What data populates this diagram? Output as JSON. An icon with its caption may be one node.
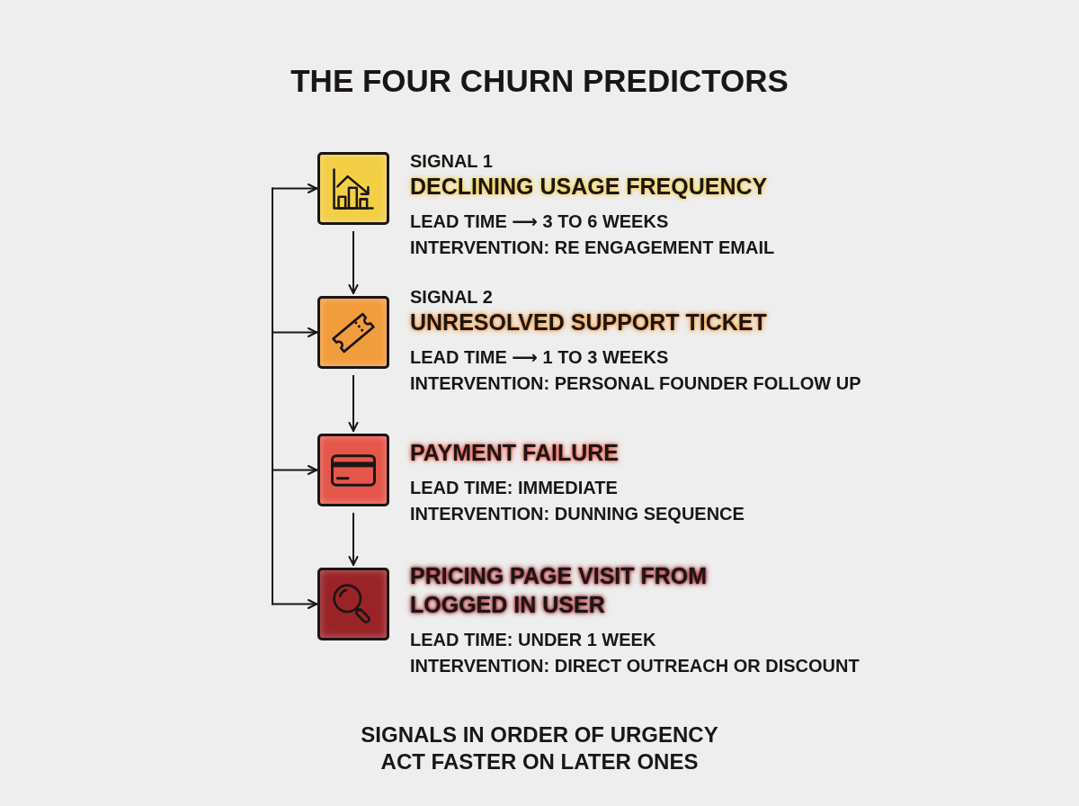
{
  "diagram": {
    "title": "THE FOUR CHURN PREDICTORS",
    "caption": "SIGNALS IN ORDER OF URGENCY ACT FASTER ON LATER ONES",
    "nodes": [
      {
        "text": [],
        "shape": "box",
        "beside": [
          "SIGNAL 1",
          "DECLINING USAGE FREQUENCY",
          "LEAD TIME ⟶ 3 TO 6 WEEKS",
          "INTERVENTION: RE ENGAGEMENT EMAIL"
        ]
      },
      {
        "text": [],
        "shape": "box",
        "beside": [
          "SIGNAL 2",
          "UNRESOLVED SUPPORT TICKET",
          "LEAD TIME ⟶ 1 TO 3 WEEKS",
          "INTERVENTION: PERSONAL FOUNDER FOLLOW UP"
        ]
      },
      {
        "text": [],
        "shape": "box",
        "beside": [
          "PAYMENT FAILURE",
          "LEAD TIME: IMMEDIATE",
          "INTERVENTION: DUNNING SEQUENCE"
        ]
      },
      {
        "text": [],
        "shape": "box",
        "beside": [
          "PRICING PAGE VISIT FROM LOGGED IN USER",
          "LEAD TIME: UNDER 1 WEEK",
          "INTERVENTION: DIRECT OUTREACH OR DISCOUNT"
        ]
      }
    ],
    "edges": [
      {
        "from": 0,
        "to": 1,
        "arrow": "to"
      },
      {
        "from": 1,
        "to": 2,
        "arrow": "to"
      },
      {
        "from": 2,
        "to": 3,
        "arrow": "to"
      },
      {
        "from": null,
        "to": 0,
        "arrow": "to"
      },
      {
        "from": null,
        "to": 1,
        "arrow": "to"
      },
      {
        "from": null,
        "to": 2,
        "arrow": "to"
      },
      {
        "from": null,
        "to": 3,
        "arrow": "to"
      }
    ]
  }
}
